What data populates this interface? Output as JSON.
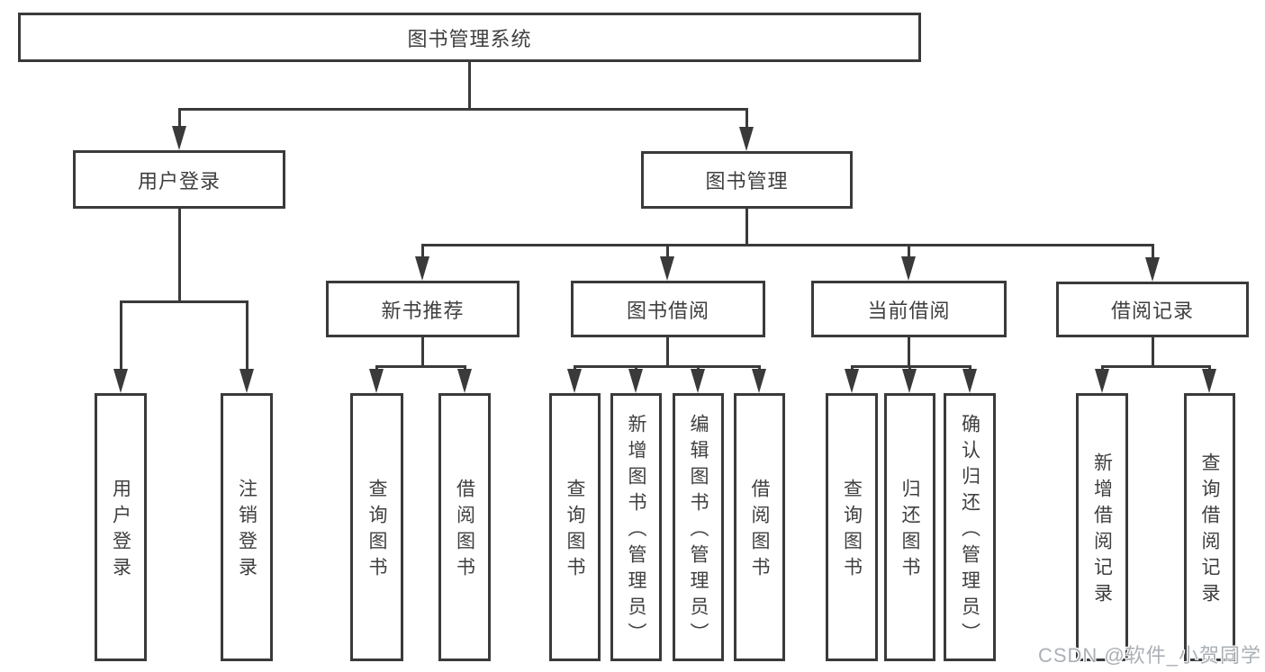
{
  "tree": {
    "label": "图书管理系统",
    "children": [
      {
        "label": "用户登录",
        "children": [
          {
            "label": "用户登录"
          },
          {
            "label": "注销登录"
          }
        ]
      },
      {
        "label": "图书管理",
        "children": [
          {
            "label": "新书推荐",
            "children": [
              {
                "label": "查询图书"
              },
              {
                "label": "借阅图书"
              }
            ]
          },
          {
            "label": "图书借阅",
            "children": [
              {
                "label": "查询图书"
              },
              {
                "label": "新增图书（管理员）"
              },
              {
                "label": "编辑图书（管理员）"
              },
              {
                "label": "借阅图书"
              }
            ]
          },
          {
            "label": "当前借阅",
            "children": [
              {
                "label": "查询图书"
              },
              {
                "label": "归还图书"
              },
              {
                "label": "确认归还（管理员）"
              }
            ]
          },
          {
            "label": "借阅记录",
            "children": [
              {
                "label": "新增借阅记录"
              },
              {
                "label": "查询借阅记录"
              }
            ]
          }
        ]
      }
    ]
  },
  "watermark": {
    "text": "CSDN @软件_小贺同学"
  },
  "colors": {
    "line": "#3a3a3a",
    "text": "#3f3f3f",
    "watermark": "#aab0b6",
    "background": "#ffffff"
  }
}
